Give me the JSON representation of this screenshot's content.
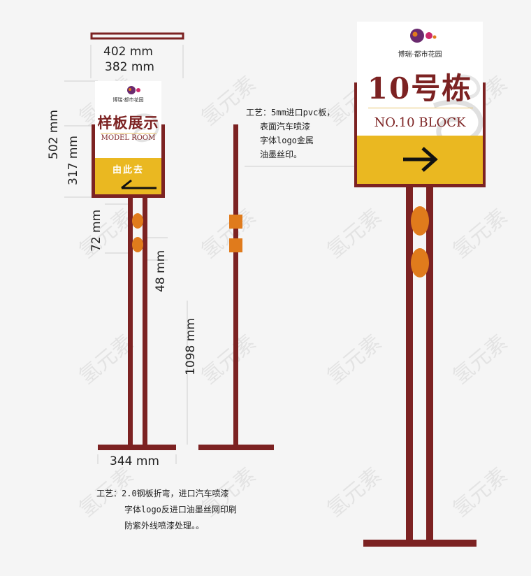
{
  "watermark": "氢元素",
  "colors": {
    "maroon": "#7c2222",
    "yellow": "#eab821",
    "orange": "#e07b1c",
    "logo": "#6a2a6e"
  },
  "logo": {
    "brand_text": "博瑞·都市花园"
  },
  "dimensions": {
    "top_width": "402 mm",
    "panel_width": "382 mm",
    "total_height": "502 mm",
    "lower_height": "317 mm",
    "ornament_gap": "72 mm",
    "ornament_height": "48 mm",
    "pole_height": "1098 mm",
    "base_width": "344 mm"
  },
  "model_sign": {
    "title": "样板展示",
    "subtitle": "MODEL ROOM",
    "direction": "由此去",
    "arrow": "left-arrow-icon"
  },
  "block_sign": {
    "title": "10号栋",
    "subtitle": "NO.10 BLOCK",
    "arrow": "right-arrow-icon"
  },
  "notes": {
    "side": [
      "工艺：5mm进口pvc板，",
      "表面汽车喷漆",
      "字体logo金属",
      "油墨丝印。"
    ],
    "bottom": [
      "工艺：2.0钢板折弯，进口汽车喷漆",
      "字体logo反进口油墨丝网印刷",
      "防紫外线喷漆处理。。"
    ]
  }
}
